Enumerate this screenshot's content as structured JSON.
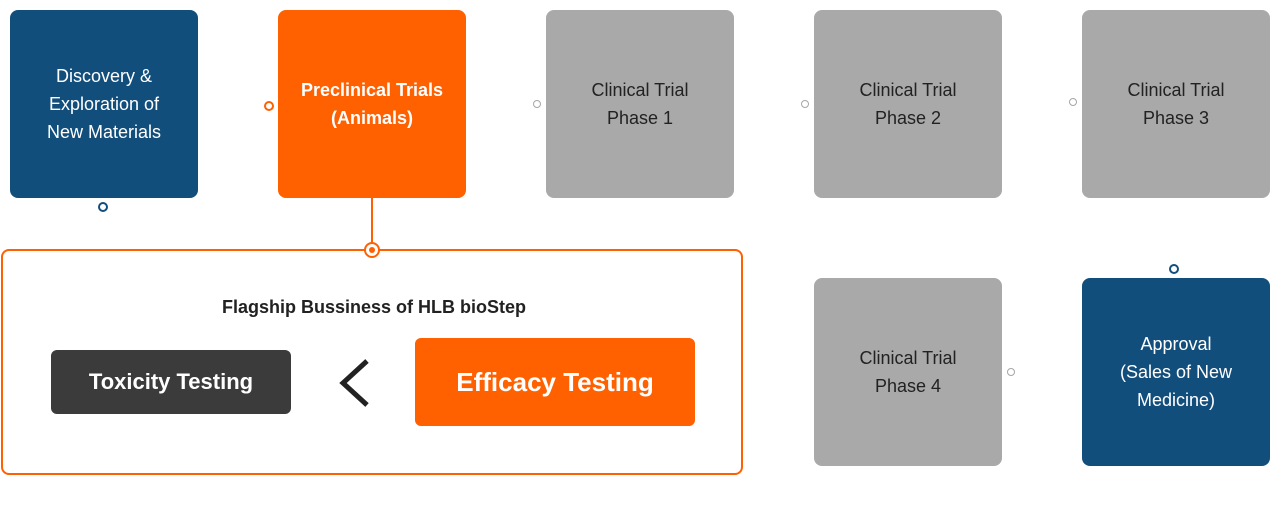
{
  "stages": {
    "discovery": "Discovery &\nExploration of\nNew Materials",
    "preclinical": "Preclinical Trials\n(Animals)",
    "phase1": "Clinical Trial\nPhase 1",
    "phase2": "Clinical Trial\nPhase 2",
    "phase3": "Clinical Trial\nPhase 3",
    "phase4": "Clinical Trial\nPhase 4",
    "approval": "Approval\n(Sales of New\nMedicine)"
  },
  "flagship": {
    "title": "Flagship Bussiness of HLB bioStep",
    "toxicity": "Toxicity Testing",
    "efficacy": "Efficacy Testing",
    "comparison_icon": "less-than-chevron-icon"
  },
  "colors": {
    "navy": "#124e7c",
    "orange": "#ff6000",
    "gray": "#a9a9a9",
    "dark": "#3b3b3b"
  }
}
